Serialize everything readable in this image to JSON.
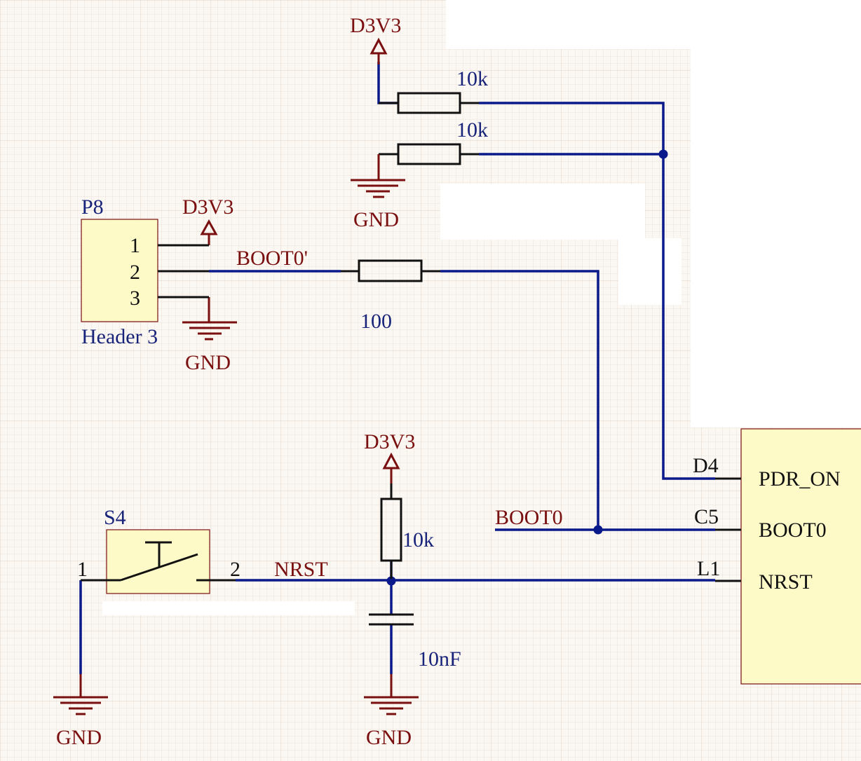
{
  "power": {
    "d3v3_top": "D3V3",
    "d3v3_header": "D3V3",
    "d3v3_reset": "D3V3",
    "gnd_r2": "GND",
    "gnd_header": "GND",
    "gnd_switch": "GND",
    "gnd_cap": "GND"
  },
  "resistors": {
    "r_pdr_value": "10k",
    "r_pdr2_value": "10k",
    "r_boot_value": "100",
    "r_nrst_value": "10k"
  },
  "capacitor": {
    "value": "10nF"
  },
  "header": {
    "designator": "P8",
    "type": "Header 3",
    "pins": [
      "1",
      "2",
      "3"
    ]
  },
  "switch": {
    "designator": "S4",
    "pin1": "1",
    "pin2": "2"
  },
  "nets": {
    "boot0_prime": "BOOT0'",
    "boot0": "BOOT0",
    "nrst": "NRST"
  },
  "ic": {
    "pins": [
      {
        "number": "D4",
        "name": "PDR_ON"
      },
      {
        "number": "C5",
        "name": "BOOT0"
      },
      {
        "number": "L1",
        "name": "NRST"
      }
    ]
  },
  "colors": {
    "wire": "#0a1a8a",
    "power_symbol": "#7a0f0f",
    "component_label": "#18237a",
    "component_body": "#fdfac8"
  }
}
